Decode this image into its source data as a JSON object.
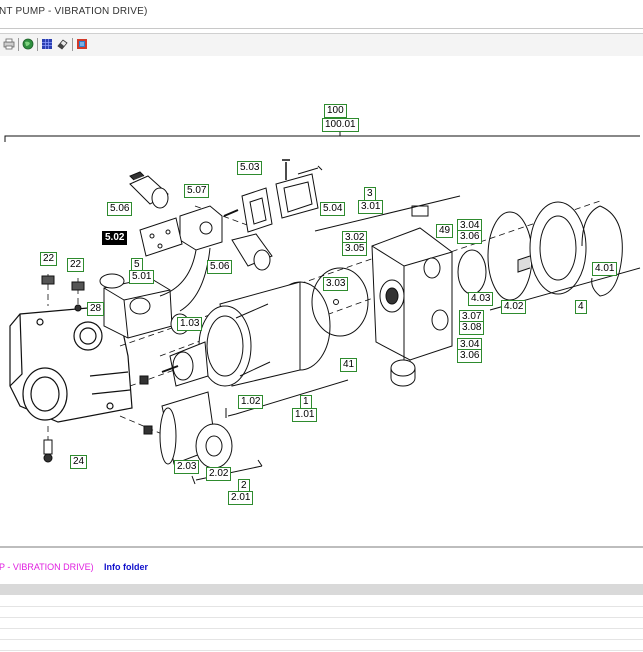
{
  "window": {
    "title": "NT PUMP - VIBRATION DRIVE)"
  },
  "toolbar": {
    "icons": [
      "print-icon",
      "globe-icon",
      "grid-icon",
      "eraser-icon",
      "book-icon"
    ]
  },
  "callouts": [
    {
      "id": "l100",
      "text": "100"
    },
    {
      "id": "l100_01",
      "text": "100.01"
    },
    {
      "id": "l5_03",
      "text": "5.03"
    },
    {
      "id": "l5_07",
      "text": "5.07"
    },
    {
      "id": "l5_06a",
      "text": "5.06"
    },
    {
      "id": "l5_04",
      "text": "5.04"
    },
    {
      "id": "l3",
      "text": "3"
    },
    {
      "id": "l3_01",
      "text": "3.01"
    },
    {
      "id": "l5_02",
      "text": "5.02"
    },
    {
      "id": "l22a",
      "text": "22"
    },
    {
      "id": "l22b",
      "text": "22"
    },
    {
      "id": "l5",
      "text": "5"
    },
    {
      "id": "l5_01",
      "text": "5.01"
    },
    {
      "id": "l5_06b",
      "text": "5.06"
    },
    {
      "id": "l3_02",
      "text": "3.02"
    },
    {
      "id": "l3_05",
      "text": "3.05"
    },
    {
      "id": "l49",
      "text": "49"
    },
    {
      "id": "l3_04a",
      "text": "3.04"
    },
    {
      "id": "l3_06a",
      "text": "3.06"
    },
    {
      "id": "l28",
      "text": "28"
    },
    {
      "id": "l3_03",
      "text": "3.03"
    },
    {
      "id": "l4_01",
      "text": "4.01"
    },
    {
      "id": "l1_03",
      "text": "1.03"
    },
    {
      "id": "l4_03",
      "text": "4.03"
    },
    {
      "id": "l4_02",
      "text": "4.02"
    },
    {
      "id": "l4",
      "text": "4"
    },
    {
      "id": "l3_07",
      "text": "3.07"
    },
    {
      "id": "l3_08",
      "text": "3.08"
    },
    {
      "id": "l3_04b",
      "text": "3.04"
    },
    {
      "id": "l3_06b",
      "text": "3.06"
    },
    {
      "id": "l41",
      "text": "41"
    },
    {
      "id": "l1_02",
      "text": "1.02"
    },
    {
      "id": "l1",
      "text": "1"
    },
    {
      "id": "l1_01",
      "text": "1.01"
    },
    {
      "id": "l2_03",
      "text": "2.03"
    },
    {
      "id": "l2_02",
      "text": "2.02"
    },
    {
      "id": "l2",
      "text": "2"
    },
    {
      "id": "l2_01",
      "text": "2.01"
    },
    {
      "id": "l24",
      "text": "24"
    }
  ],
  "selected_callout": "5.02",
  "footer": {
    "breadcrumb": "P - VIBRATION DRIVE)",
    "info_link": "Info folder"
  },
  "colors": {
    "callout_border": "#2e8b2e",
    "breadcrumb": "#e020e0",
    "link": "#1010cc"
  }
}
